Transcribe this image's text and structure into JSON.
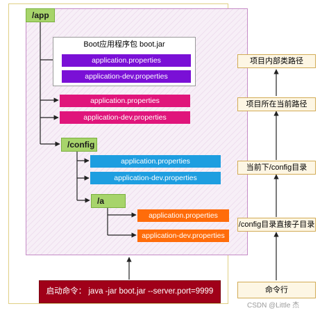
{
  "folders": {
    "app": "/app",
    "config": "/config",
    "a": "/a"
  },
  "boot_package": {
    "title": "Boot应用程序包   boot.jar",
    "files": [
      "application.properties",
      "application-dev.properties"
    ]
  },
  "app_files": [
    "application.properties",
    "application-dev.properties"
  ],
  "config_files": [
    "application.properties",
    "application-dev.properties"
  ],
  "a_files": [
    "application.properties",
    "application-dev.properties"
  ],
  "command": "启动命令：  java -jar  boot.jar --server.port=9999",
  "priority_steps": [
    "项目内部类路径",
    "项目所在当前路径",
    "当前下/config目录",
    "/config目录直接子目录",
    "命令行"
  ],
  "watermark": "CSDN @Little 杰",
  "colors": {
    "folder": "#a7d46b",
    "boot_files": "#7a10d6",
    "app_files": "#e0157b",
    "config_files": "#1e9ee0",
    "a_files": "#ff6c0a",
    "command_box": "#a00019",
    "priority_box": "#fdf6e4"
  }
}
